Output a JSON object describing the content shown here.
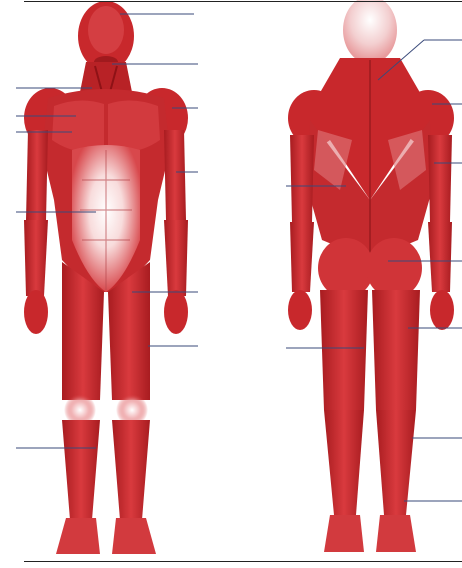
{
  "figure": {
    "views": [
      {
        "name": "anterior",
        "label_lines": 9
      },
      {
        "name": "posterior",
        "label_lines": 9
      }
    ],
    "colors": {
      "muscle": "#c8282c",
      "muscle_dark": "#8e1216",
      "muscle_light": "#e9767a",
      "highlight": "#f7d9da",
      "leader_line": "#3a4a7a",
      "frame": "#222222"
    }
  }
}
